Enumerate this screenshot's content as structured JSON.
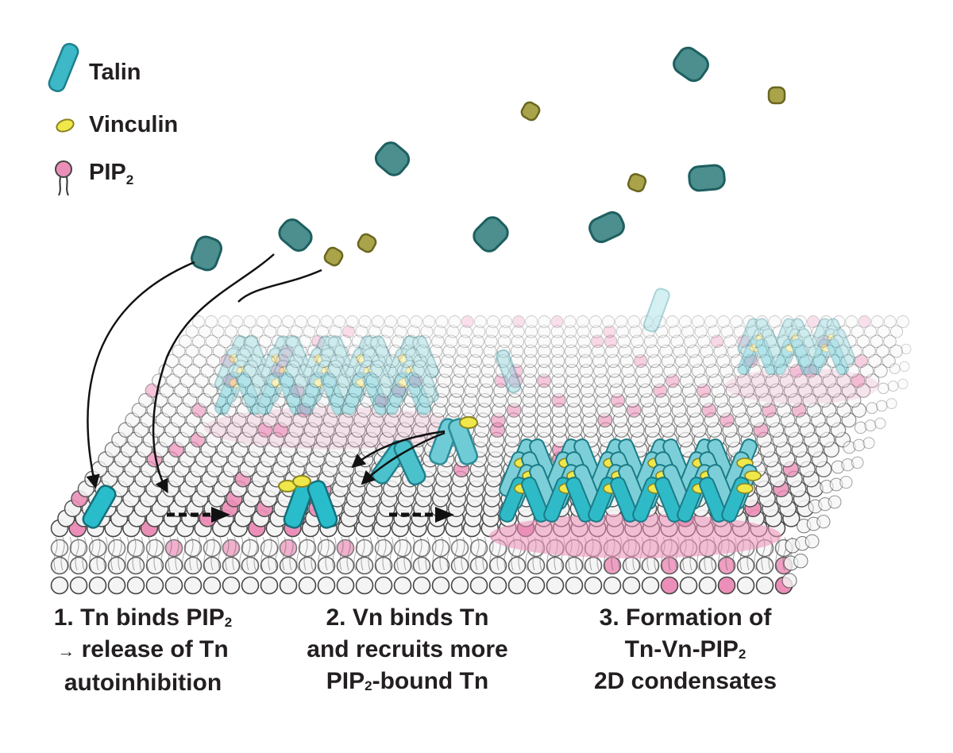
{
  "legend": {
    "talin": "Talin",
    "vinculin": "Vinculin",
    "pip2_main": "PIP",
    "pip2_sub": "2"
  },
  "steps": [
    {
      "line1_main": "1. Tn binds PIP",
      "line1_sub": "2",
      "line2_arrow": "→",
      "line2": "release of Tn",
      "line3": "autoinhibition"
    },
    {
      "line1": "2. Vn binds Tn",
      "line2": "and recruits more",
      "line3_main": "PIP",
      "line3_sub": "2",
      "line3_rest": "-bound Tn"
    },
    {
      "line1": "3. Formation of",
      "line2_main": "Tn-Vn-PIP",
      "line2_sub": "2",
      "line3": "2D condensates"
    }
  ],
  "colors": {
    "talin": "#3cb8c6",
    "talin_stroke": "#1f7f8c",
    "talin_free": "#4d8f8e",
    "vinculin": "#f0e84a",
    "vinculin_free": "#a9a34a",
    "pip2": "#ec8fb8",
    "lipid": "#f4f4f4",
    "lipid_stroke": "#444444"
  }
}
